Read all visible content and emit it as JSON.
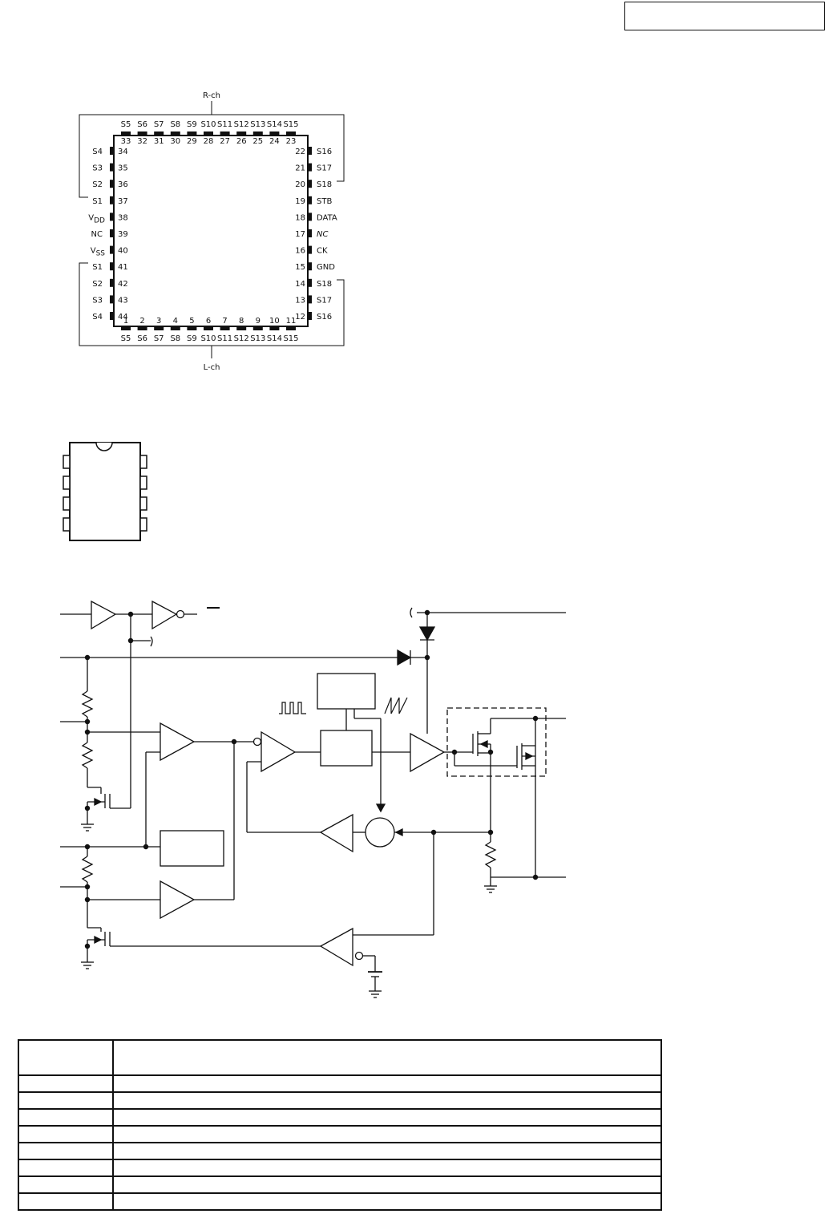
{
  "header": {
    "model_box_text": ""
  },
  "qfp_chip": {
    "r_ch_label": "R-ch",
    "l_ch_label": "L-ch",
    "top_names": [
      "S5",
      "S6",
      "S7",
      "S8",
      "S9",
      "S10",
      "S11",
      "S12",
      "S13",
      "S14",
      "S15"
    ],
    "top_nums": [
      "33",
      "32",
      "31",
      "30",
      "29",
      "28",
      "27",
      "26",
      "25",
      "24",
      "23"
    ],
    "bottom_nums": [
      "1",
      "2",
      "3",
      "4",
      "5",
      "6",
      "7",
      "8",
      "9",
      "10",
      "11"
    ],
    "bottom_names": [
      "S5",
      "S6",
      "S7",
      "S8",
      "S9",
      "S10",
      "S11",
      "S12",
      "S13",
      "S14",
      "S15"
    ],
    "left_pins": [
      {
        "name": "S4",
        "num": "34"
      },
      {
        "name": "S3",
        "num": "35"
      },
      {
        "name": "S2",
        "num": "36"
      },
      {
        "name": "S1",
        "num": "37"
      },
      {
        "name": "VDD",
        "num": "38"
      },
      {
        "name": "NC",
        "num": "39"
      },
      {
        "name": "VSS",
        "num": "40"
      },
      {
        "name": "S1",
        "num": "41"
      },
      {
        "name": "S2",
        "num": "42"
      },
      {
        "name": "S3",
        "num": "43"
      },
      {
        "name": "S4",
        "num": "44"
      }
    ],
    "right_pins": [
      {
        "name": "S16",
        "num": "22"
      },
      {
        "name": "S17",
        "num": "21"
      },
      {
        "name": "S18",
        "num": "20"
      },
      {
        "name": "STB",
        "num": "19"
      },
      {
        "name": "DATA",
        "num": "18"
      },
      {
        "name": "NC",
        "num": "17"
      },
      {
        "name": "CK",
        "num": "16"
      },
      {
        "name": "GND",
        "num": "15"
      },
      {
        "name": "S18",
        "num": "14"
      },
      {
        "name": "S17",
        "num": "13"
      },
      {
        "name": "S16",
        "num": "12"
      }
    ]
  },
  "dip_chip": {
    "pins_per_side": 4
  },
  "pin_table": {
    "header": [
      "",
      ""
    ],
    "rows": [
      [
        "",
        ""
      ],
      [
        "",
        ""
      ],
      [
        "",
        ""
      ],
      [
        "",
        ""
      ],
      [
        "",
        ""
      ],
      [
        "",
        ""
      ],
      [
        "",
        ""
      ],
      [
        "",
        ""
      ]
    ]
  }
}
